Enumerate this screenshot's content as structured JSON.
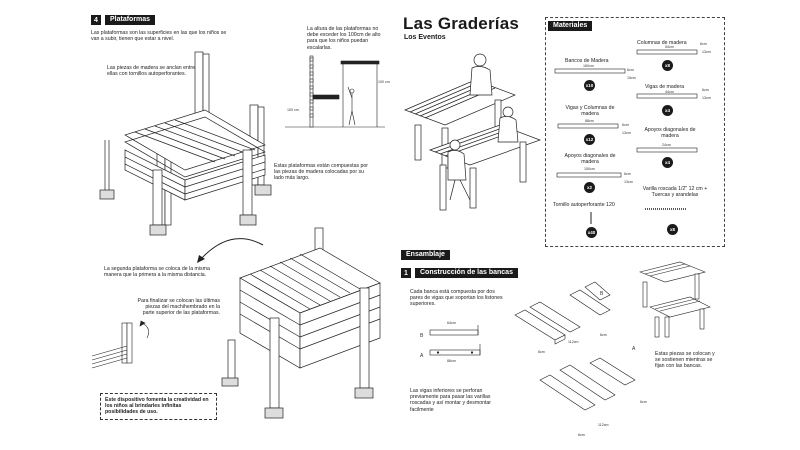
{
  "section4": {
    "num": "4",
    "title": "Plataformas"
  },
  "texts": {
    "p1": "Las plataformas son las superficies en las que los niños se van a subir, tienen que estar a nivel.",
    "p2": "Las piezas de madera se anclan entre ellas con tornillos autoperforantes.",
    "p3": "La altura de las plataformas no debe exceder los 100cm de alto para que los niños puedan escalarlas.",
    "p4": "Estas plataformas están compuestas por las piezas de madera colocadas por su lado más largo.",
    "p5": "La segunda plataforma se coloca de la misma manera que la primera a la misma distancia.",
    "p6": "Para finalizar se colocan las últimas piezas del machihembrado en la parte superior de las plataformas.",
    "note": "Este dispositivo fomenta la creatividad en los niños al brindarles infinitas posibilidades de uso."
  },
  "heights": {
    "h1": "100 cm",
    "h2": "100 cm"
  },
  "header": {
    "title": "Las Graderías",
    "subtitle": "Los Eventos"
  },
  "materials": {
    "title": "Materiales",
    "items": [
      {
        "name": "Bancos de Madera",
        "len": "160cm",
        "w": "6cm",
        "h": "15cm",
        "qty": "x10"
      },
      {
        "name": "Vigas y Columnas de madera",
        "len": "88cm",
        "w": "6cm",
        "h": "13cm",
        "qty": "x12"
      },
      {
        "name": "Apoyos diagonales de madera",
        "len": "150cm",
        "w": "6cm",
        "h": "13cm",
        "qty": "x2"
      },
      {
        "name": "Tornillo autoperforante 120",
        "qty": "x40"
      },
      {
        "name": "Columnas de madera",
        "len": "54cm",
        "w": "6cm",
        "h": "13cm",
        "qty": "x8"
      },
      {
        "name": "Vigas de madera",
        "len": "44cm",
        "w": "6cm",
        "h": "13cm",
        "qty": "x4"
      },
      {
        "name": "Apoyos diagonales de madera",
        "len": "24cm",
        "qty": "x4"
      },
      {
        "name": "Varilla roscada 1/2\" 12 cm + Tuercas y arandelas",
        "qty": "x8"
      }
    ]
  },
  "ensamblaje": {
    "title": "Ensamblaje",
    "step_num": "1",
    "step_title": "Construcción de las bancas",
    "p1": "Cada banca está compuesta por dos pares de vigas que soportan los listones superiores.",
    "p2": "Las vigas inferiores se perforan previamente para pasar las varillas roscadas y así montar y desmontar facilmente",
    "p3": "Estas piezas se colocan y se sostienen mientras se fijan con las bancas.",
    "dims": {
      "d64": "64cm",
      "d88": "88cm",
      "d6a": "6cm",
      "d6b": "6cm",
      "d6c": "6cm",
      "d6d": "6cm",
      "d112a": "112cm",
      "d112b": "112cm"
    },
    "labels": {
      "a1": "A",
      "b1": "B",
      "a2": "A",
      "b2": "B"
    }
  }
}
